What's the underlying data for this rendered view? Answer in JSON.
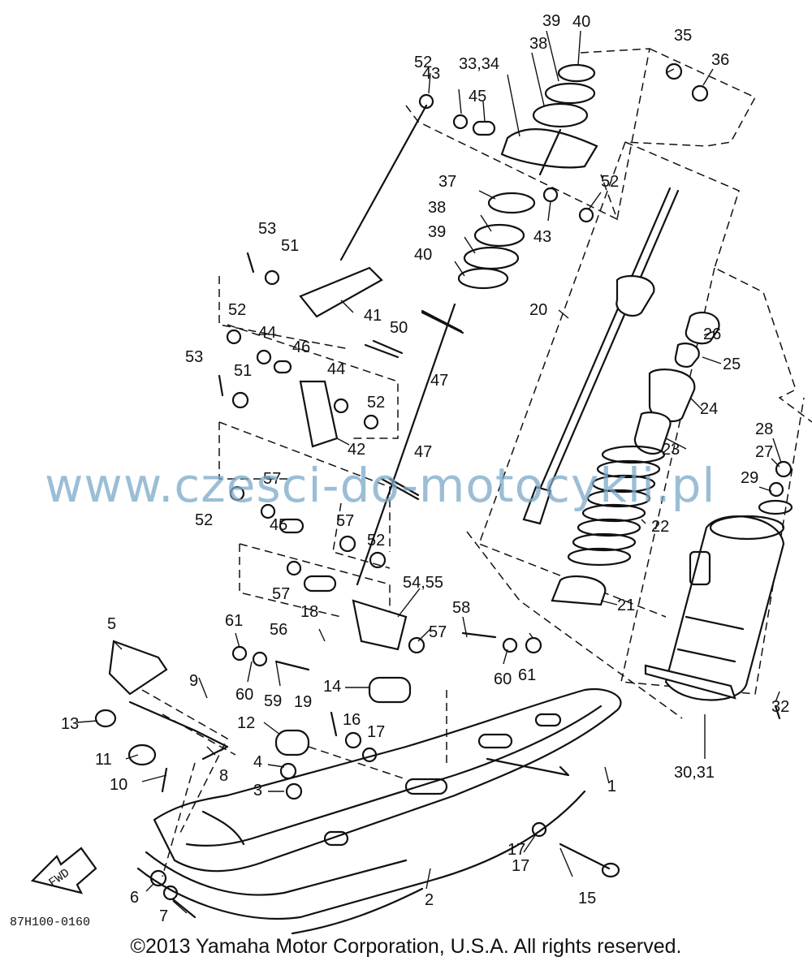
{
  "callouts": [
    "1",
    "2",
    "3",
    "4",
    "5",
    "6",
    "7",
    "8",
    "9",
    "10",
    "11",
    "12",
    "13",
    "14",
    "15",
    "16",
    "17",
    "17",
    "17",
    "18",
    "19",
    "20",
    "21",
    "22",
    "23",
    "24",
    "25",
    "26",
    "27",
    "28",
    "29",
    "30,31",
    "32",
    "33,34",
    "35",
    "36",
    "37",
    "38",
    "38",
    "39",
    "39",
    "40",
    "40",
    "41",
    "42",
    "43",
    "43",
    "44",
    "44",
    "45",
    "45",
    "46",
    "47",
    "47",
    "50",
    "51",
    "51",
    "52",
    "52",
    "52",
    "52",
    "52",
    "52",
    "53",
    "53",
    "54,55",
    "56",
    "57",
    "57",
    "57",
    "57",
    "58",
    "59",
    "60",
    "60",
    "61",
    "61"
  ],
  "drawing_code": "87H100-0160",
  "fwd_label": "FWD",
  "watermark": "www.czesci-do-motocykli.pl",
  "copyright": "©2013 Yamaha Motor Corporation, U.S.A. All rights reserved."
}
